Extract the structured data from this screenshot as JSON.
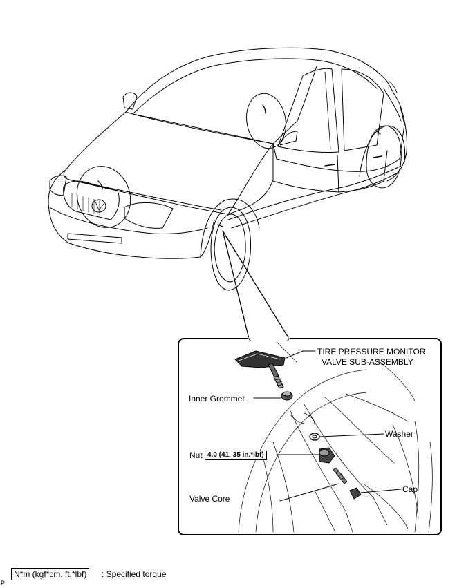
{
  "labels": {
    "tpms_line1": "TIRE PRESSURE MONITOR",
    "tpms_line2": "VALVE SUB-ASSEMBLY",
    "inner_grommet": "Inner Grommet",
    "washer": "Washer",
    "nut": "Nut",
    "nut_torque": "4.0 (41, 35 in.*lbf)",
    "valve_core": "Valve Core",
    "cap": "Cap"
  },
  "legend": {
    "unit_box": "N*m (kgf*cm, ft.*lbf)",
    "description": ": Specified torque",
    "corner_mark": "P"
  }
}
